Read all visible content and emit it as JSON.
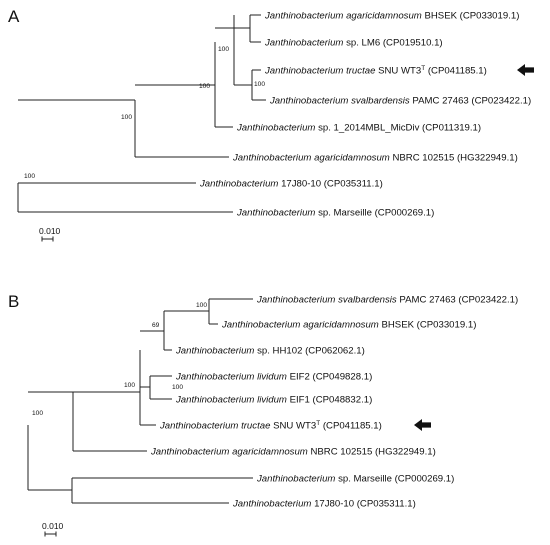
{
  "panels": [
    {
      "label": "A",
      "scale": "0.010",
      "taxa": [
        {
          "genus": "Janthinobacterium",
          "species": "agaricidamnosum",
          "strain": "BHSEK (CP033019.1)",
          "sup": "",
          "arrow": false
        },
        {
          "genus": "Janthinobacterium",
          "species": "",
          "strain": "sp. LM6 (CP019510.1)",
          "sup": "",
          "arrow": false
        },
        {
          "genus": "Janthinobacterium",
          "species": "tructae",
          "strain": "SNU WT3",
          "sup": "T",
          "tail": " (CP041185.1)",
          "arrow": true
        },
        {
          "genus": "Janthinobacterium",
          "species": "svalbardensis",
          "strain": "PAMC 27463 (CP023422.1)",
          "sup": "",
          "arrow": false
        },
        {
          "genus": "Janthinobacterium",
          "species": "",
          "strain": "sp. 1_2014MBL_MicDiv (CP011319.1)",
          "sup": "",
          "arrow": false
        },
        {
          "genus": "Janthinobacterium",
          "species": "agaricidamnosum",
          "strain": "NBRC 102515 (HG322949.1)",
          "sup": "",
          "arrow": false
        },
        {
          "genus": "Janthinobacterium",
          "species": "",
          "strain": "17J80-10 (CP035311.1)",
          "sup": "",
          "arrow": false
        },
        {
          "genus": "Janthinobacterium",
          "species": "",
          "strain": "sp. Marseille (CP000269.1)",
          "sup": "",
          "arrow": false
        }
      ],
      "bootstraps": [
        "100",
        "100",
        "100",
        "100",
        "100"
      ]
    },
    {
      "label": "B",
      "scale": "0.010",
      "taxa": [
        {
          "genus": "Janthinobacterium",
          "species": "svalbardensis",
          "strain": "PAMC 27463 (CP023422.1)",
          "sup": "",
          "arrow": false
        },
        {
          "genus": "Janthinobacterium",
          "species": "agaricidamnosum",
          "strain": "BHSEK (CP033019.1)",
          "sup": "",
          "arrow": false
        },
        {
          "genus": "Janthinobacterium",
          "species": "",
          "strain": "sp. HH102 (CP062062.1)",
          "sup": "",
          "arrow": false
        },
        {
          "genus": "Janthinobacterium",
          "species": "lividum",
          "strain": "EIF2 (CP049828.1)",
          "sup": "",
          "arrow": false
        },
        {
          "genus": "Janthinobacterium",
          "species": "lividum",
          "strain": "EIF1 (CP048832.1)",
          "sup": "",
          "arrow": false
        },
        {
          "genus": "Janthinobacterium",
          "species": "tructae",
          "strain": "SNU WT3",
          "sup": "T",
          "tail": " (CP041185.1)",
          "arrow": true
        },
        {
          "genus": "Janthinobacterium",
          "species": "agaricidamnosum",
          "strain": "NBRC 102515 (HG322949.1)",
          "sup": "",
          "arrow": false
        },
        {
          "genus": "Janthinobacterium",
          "species": "",
          "strain": "sp. Marseille (CP000269.1)",
          "sup": "",
          "arrow": false
        },
        {
          "genus": "Janthinobacterium",
          "species": "",
          "strain": "17J80-10 (CP035311.1)",
          "sup": "",
          "arrow": false
        }
      ],
      "bootstraps": [
        "100",
        "69",
        "100",
        "100",
        "100"
      ]
    }
  ]
}
